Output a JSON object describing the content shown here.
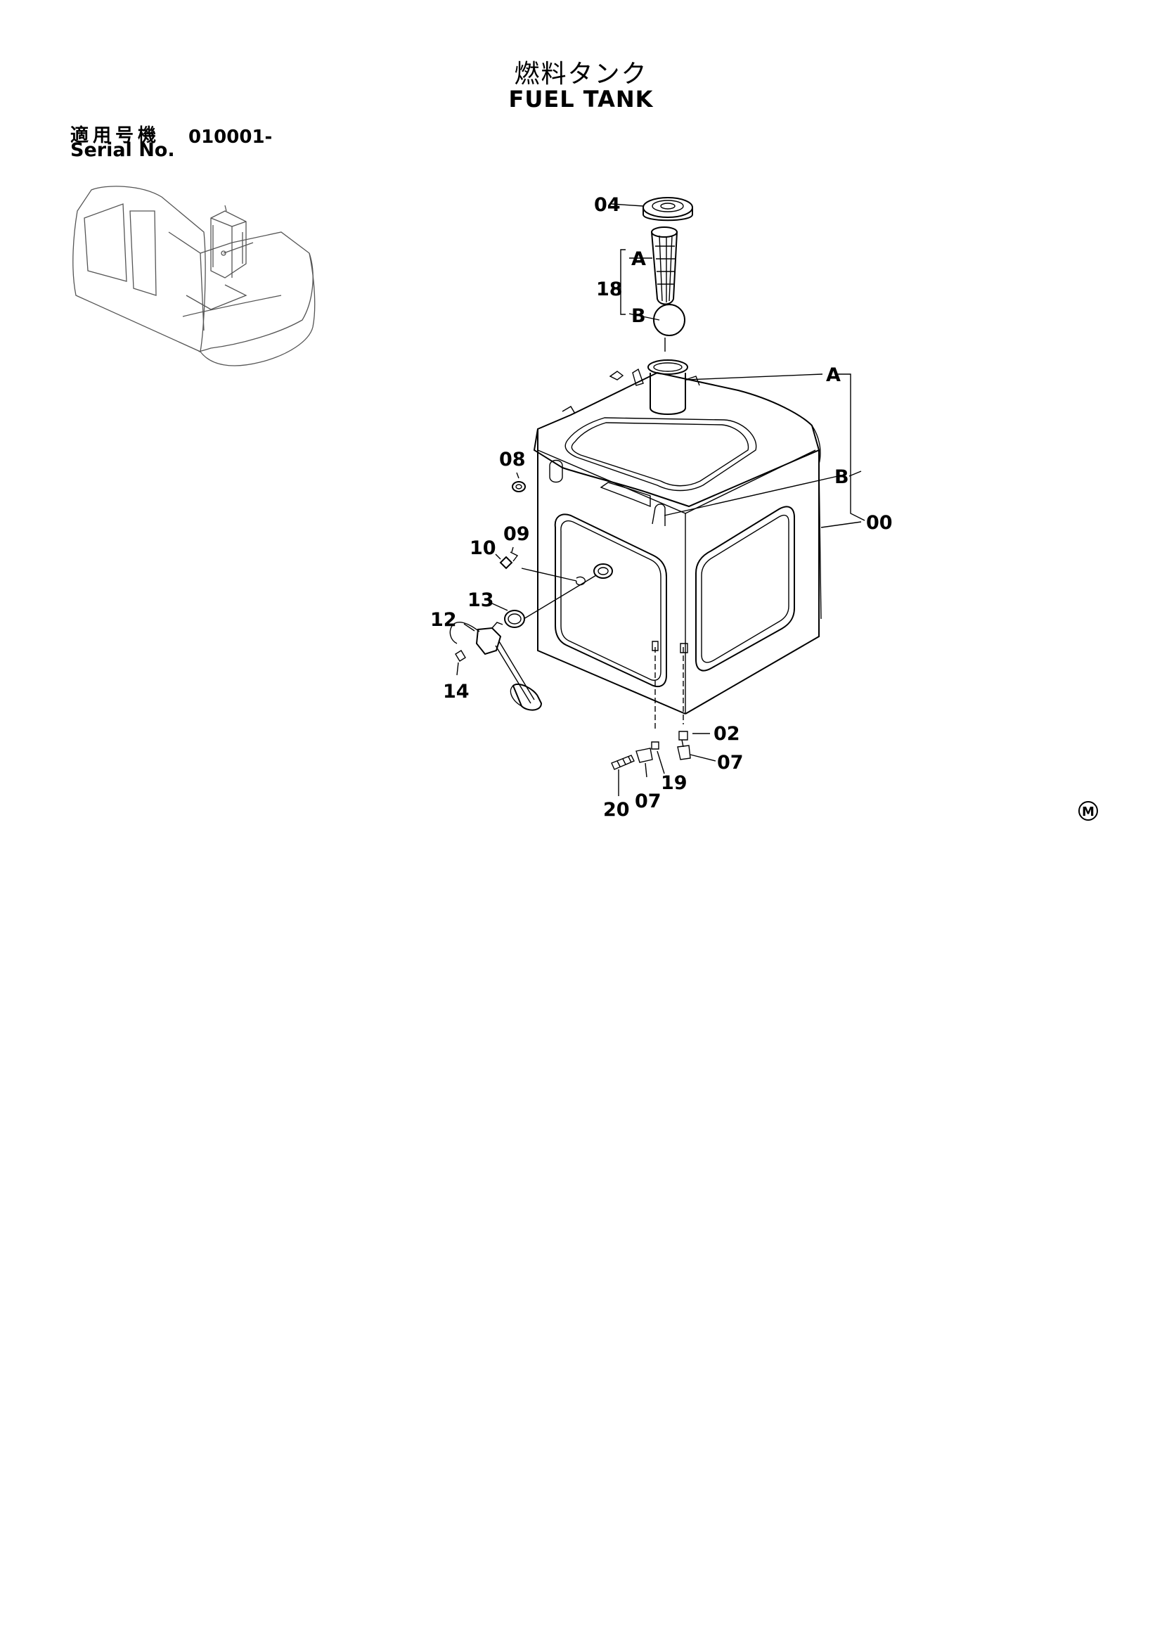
{
  "header": {
    "title_jp": "燃料タンク",
    "title_en": "FUEL TANK",
    "serial_label_jp": "適用号機",
    "serial_label_en": "Serial No.",
    "serial_value": "010001-"
  },
  "callouts": {
    "c04": "04",
    "c18": "18",
    "cA_top": "A",
    "cB_top": "B",
    "cA_right": "A",
    "cB_right": "B",
    "c00": "00",
    "c08": "08",
    "c09": "09",
    "c10": "10",
    "c13": "13",
    "c12": "12",
    "c14": "14",
    "c02": "02",
    "c07_right": "07",
    "c19": "19",
    "c07_bottom": "07",
    "c20": "20"
  },
  "mark": "M"
}
